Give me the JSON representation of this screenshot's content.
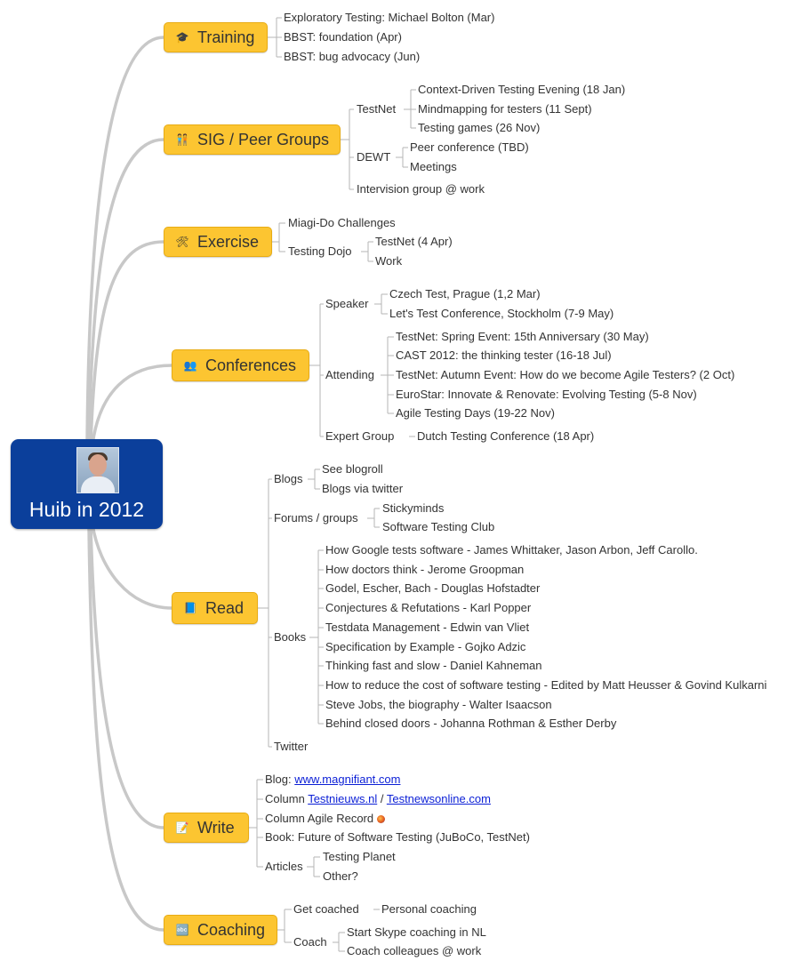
{
  "root": {
    "title": "Huib in 2012",
    "avatar_icon": "person-photo-icon"
  },
  "colors": {
    "root": "#0b3f9b",
    "topic": "#fcc531",
    "branch": "#c8c8c8",
    "link": "#0b1fd6"
  },
  "topics": {
    "training": {
      "label": "Training",
      "icon": "graduation-cap-icon"
    },
    "sig": {
      "label": "SIG / Peer Groups",
      "icon": "people-icon"
    },
    "exercise": {
      "label": "Exercise",
      "icon": "tools-icon"
    },
    "conferences": {
      "label": "Conferences",
      "icon": "audience-icon"
    },
    "read": {
      "label": "Read",
      "icon": "book-icon"
    },
    "write": {
      "label": "Write",
      "icon": "pencil-note-icon"
    },
    "coaching": {
      "label": "Coaching",
      "icon": "chalkboard-icon"
    }
  },
  "training": [
    "Exploratory Testing: Michael Bolton (Mar)",
    "BBST: foundation (Apr)",
    "BBST: bug advocacy (Jun)"
  ],
  "sig": {
    "testnet": "TestNet",
    "testnet_items": [
      "Context-Driven Testing Evening (18 Jan)",
      "Mindmapping for testers (11 Sept)",
      "Testing games (26 Nov)"
    ],
    "dewt": "DEWT",
    "dewt_items": [
      "Peer conference (TBD)",
      "Meetings"
    ],
    "intervision": "Intervision group @ work"
  },
  "exercise": {
    "miagi": "Miagi-Do Challenges",
    "dojo": "Testing Dojo",
    "dojo_items": [
      "TestNet (4 Apr)",
      "Work"
    ]
  },
  "conferences": {
    "speaker": "Speaker",
    "speaker_items": [
      "Czech Test, Prague (1,2 Mar)",
      "Let's Test Conference, Stockholm (7-9 May)"
    ],
    "attending": "Attending",
    "attending_items": [
      "TestNet: Spring Event: 15th Anniversary  (30 May)",
      "CAST 2012: the thinking tester (16-18 Jul)",
      "TestNet: Autumn Event: How do we become Agile Testers?  (2 Oct)",
      "EuroStar: Innovate & Renovate: Evolving Testing (5-8 Nov)",
      "Agile Testing Days (19-22 Nov)"
    ],
    "expert": "Expert Group",
    "expert_item": "Dutch Testing Conference (18 Apr)"
  },
  "read": {
    "blogs": "Blogs",
    "blogs_items": [
      "See blogroll",
      "Blogs via twitter"
    ],
    "forums": "Forums / groups",
    "forums_items": [
      "Stickyminds",
      "Software Testing Club"
    ],
    "books": "Books",
    "books_items": [
      "How Google tests software - James Whittaker, Jason Arbon, Jeff Carollo.",
      "How doctors think - Jerome Groopman",
      "Godel, Escher, Bach - Douglas Hofstadter",
      "Conjectures & Refutations - Karl Popper",
      "Testdata Management - Edwin van Vliet",
      "Specification by Example - Gojko Adzic",
      "Thinking fast and slow - Daniel Kahneman",
      "How to reduce the cost of software testing - Edited by Matt Heusser & Govind Kulkarni",
      "Steve Jobs, the biography - Walter Isaacson",
      "Behind closed doors - Johanna Rothman & Esther Derby"
    ],
    "twitter": "Twitter"
  },
  "write": {
    "blog_prefix": "Blog: ",
    "blog_link": "www.magnifiant.com",
    "column_prefix": "Column ",
    "column_link1": "Testnieuws.nl",
    "column_sep": " / ",
    "column_link2": "Testnewsonline.com",
    "agile_record": "Column Agile Record",
    "agile_record_icon": "firefox-icon",
    "book": "Book: Future of Software Testing (JuBoCo, TestNet)",
    "articles": "Articles",
    "articles_items": [
      "Testing Planet",
      "Other?"
    ]
  },
  "coaching": {
    "get_coached": "Get coached",
    "personal": "Personal coaching",
    "coach": "Coach",
    "coach_items": [
      "Start Skype coaching in NL",
      "Coach colleagues @ work"
    ]
  }
}
